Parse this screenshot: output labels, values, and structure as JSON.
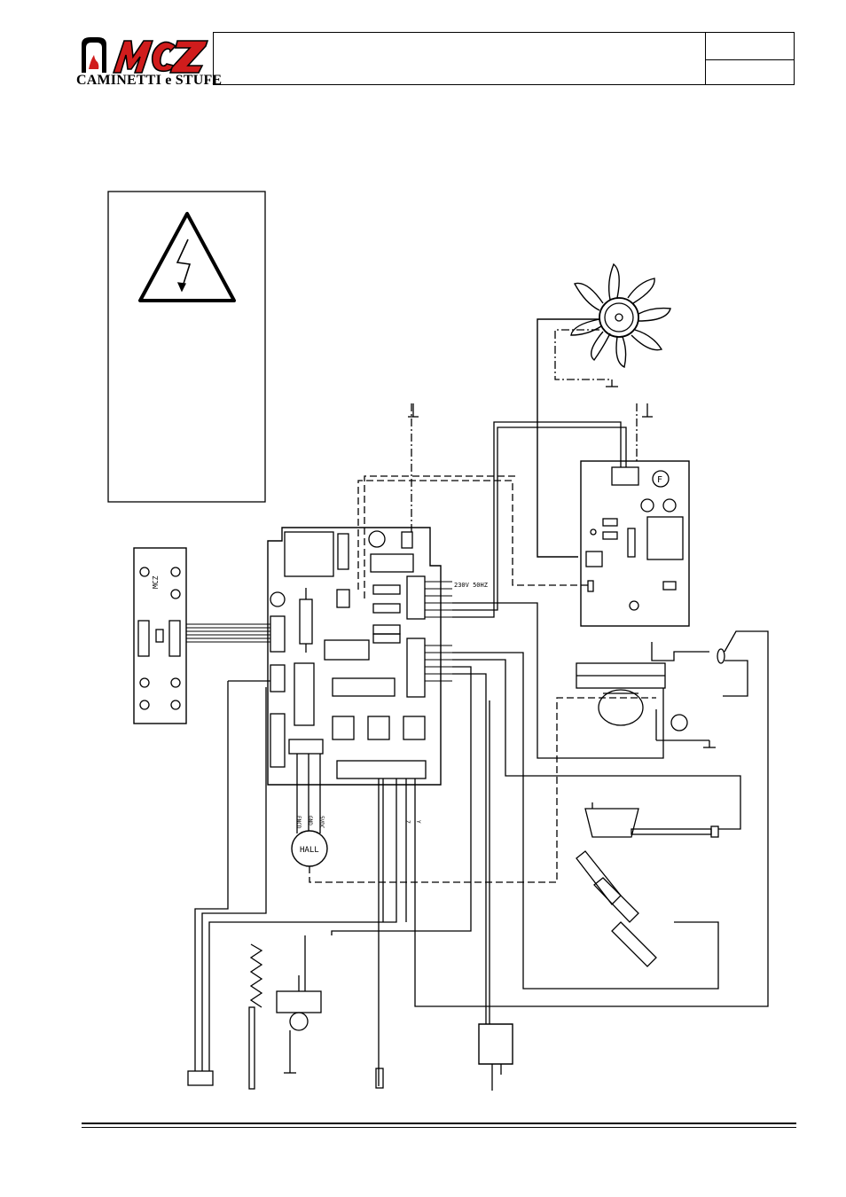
{
  "header": {
    "brand_logo_text": "MCZ",
    "brand_subtitle": "CAMINETTI e STUFE"
  },
  "diagram": {
    "board_power_label": "230V 50HZ",
    "sensor_labels": [
      "ENCD",
      "GND",
      "5VDC"
    ],
    "encoder_label": "HALL",
    "thermostat_labels": [
      "Z",
      "Y"
    ],
    "fan_board_label": "F",
    "panel_logo_text": "MCZ"
  },
  "colors": {
    "line": "#000000",
    "logo_red": "#d01c1c",
    "background": "#ffffff"
  },
  "icons": {
    "warning": "high-voltage-warning-icon",
    "ground": "ground-symbol-icon"
  }
}
